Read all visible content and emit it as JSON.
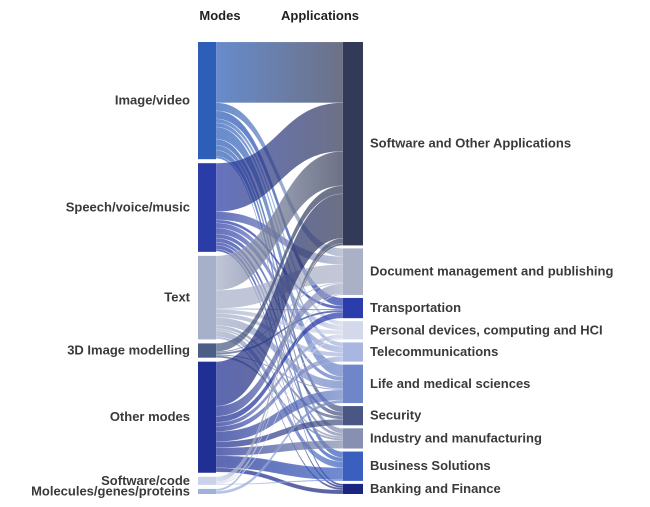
{
  "headers": {
    "modes": "Modes",
    "applications": "Applications"
  },
  "modes": [
    {
      "key": "image",
      "label": "Image/video",
      "color": "#2d5fb8"
    },
    {
      "key": "speech",
      "label": "Speech/voice/music",
      "color": "#2a3ca6"
    },
    {
      "key": "text",
      "label": "Text",
      "color": "#a7b0c9"
    },
    {
      "key": "img3d",
      "label": "3D Image modelling",
      "color": "#4b5e86"
    },
    {
      "key": "other",
      "label": "Other modes",
      "color": "#1f2f94"
    },
    {
      "key": "code",
      "label": "Software/code",
      "color": "#cbd3ea"
    },
    {
      "key": "mol",
      "label": "Molecules/genes/proteins",
      "color": "#9fb2de"
    }
  ],
  "applications": [
    {
      "key": "software",
      "label": "Software and Other Applications",
      "color": "#333a57"
    },
    {
      "key": "docs",
      "label": "Document management and publishing",
      "color": "#aab1c7"
    },
    {
      "key": "transport",
      "label": "Transportation",
      "color": "#2a3daa"
    },
    {
      "key": "personal",
      "label": "Personal devices, computing and HCI",
      "color": "#d3d8ea"
    },
    {
      "key": "telecom",
      "label": "Telecommunications",
      "color": "#a9b7e0"
    },
    {
      "key": "life",
      "label": "Life and medical sciences",
      "color": "#6f86c8"
    },
    {
      "key": "security",
      "label": "Security",
      "color": "#4a5683"
    },
    {
      "key": "industry",
      "label": "Industry and manufacturing",
      "color": "#8790b0"
    },
    {
      "key": "business",
      "label": "Business Solutions",
      "color": "#3a5fbf"
    },
    {
      "key": "banking",
      "label": "Banking and Finance",
      "color": "#1b2680"
    }
  ],
  "flows": {
    "image": {
      "software": 60,
      "docs": 8,
      "transport": 8,
      "personal": 4,
      "telecom": 4,
      "life": 12,
      "security": 6,
      "industry": 5,
      "business": 6,
      "banking": 2
    },
    "speech": {
      "software": 48,
      "docs": 8,
      "transport": 3,
      "personal": 5,
      "telecom": 6,
      "life": 4,
      "security": 4,
      "industry": 3,
      "business": 4,
      "banking": 2
    },
    "text": {
      "software": 34,
      "docs": 18,
      "transport": 1,
      "personal": 4,
      "telecom": 4,
      "life": 8,
      "security": 3,
      "industry": 2,
      "business": 6,
      "banking": 2
    },
    "img3d": {
      "software": 8,
      "docs": 1,
      "transport": 2,
      "industry": 2,
      "life": 1
    },
    "other": {
      "software": 44,
      "docs": 10,
      "transport": 6,
      "personal": 4,
      "telecom": 5,
      "life": 10,
      "security": 6,
      "industry": 8,
      "business": 12,
      "banking": 4
    },
    "code": {
      "software": 5,
      "docs": 1,
      "personal": 1,
      "business": 1
    },
    "mol": {
      "software": 2,
      "life": 3
    }
  }
}
